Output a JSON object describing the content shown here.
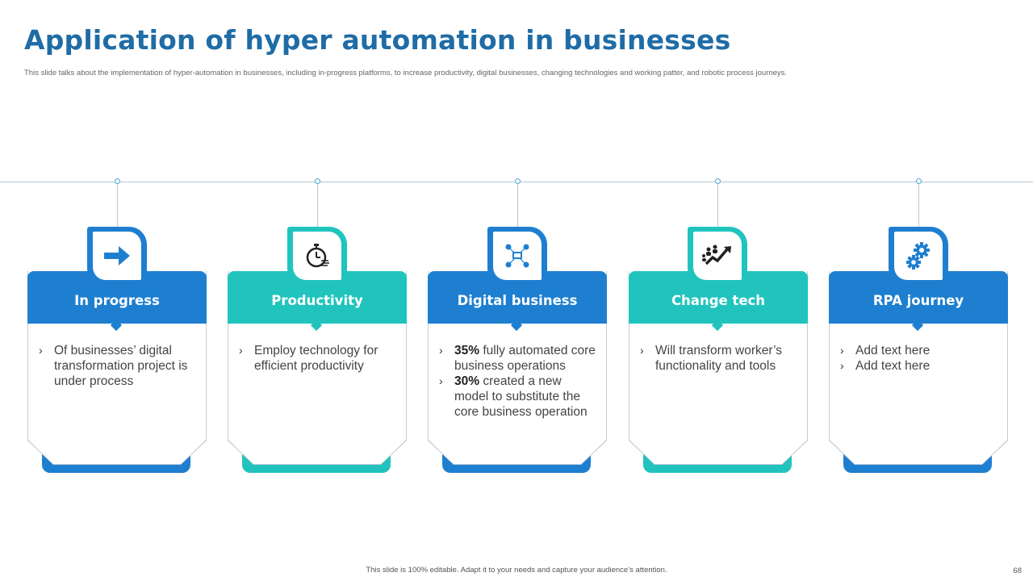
{
  "title": "Application of hyper automation in businesses",
  "subtitle": "This slide talks about the implementation  of hyper-automation in  businesses, including in-progress platforms, to increase productivity, digital businesses, changing technologies and working patter, and robotic process journeys.",
  "colors": {
    "blue": "#1e7fd0",
    "teal": "#20c4bd",
    "title": "#1f6ca6"
  },
  "cards": [
    {
      "label": "In progress",
      "icon": "arrow-right-icon",
      "bullets": [
        {
          "bold": "",
          "text": "Of businesses’ digital transformation project is under process"
        }
      ]
    },
    {
      "label": "Productivity",
      "icon": "stopwatch-icon",
      "bullets": [
        {
          "bold": "",
          "text": "Employ technology for efficient productivity"
        }
      ]
    },
    {
      "label": "Digital business",
      "icon": "network-icon",
      "bullets": [
        {
          "bold": "35%",
          "text": " fully automated core business operations"
        },
        {
          "bold": "30%",
          "text": " created a new model to substitute the core business operation"
        }
      ]
    },
    {
      "label": "Change tech",
      "icon": "people-growth-icon",
      "bullets": [
        {
          "bold": "",
          "text": "Will transform worker’s functionality  and tools"
        }
      ]
    },
    {
      "label": "RPA journey",
      "icon": "gears-icon",
      "bullets": [
        {
          "bold": "",
          "text": "Add text here"
        },
        {
          "bold": "",
          "text": "Add text here"
        }
      ]
    }
  ],
  "bullet_glyph": "›",
  "footer": "This slide is 100% editable.  Adapt it to your needs and capture your audience’s attention.",
  "page_number": "68"
}
